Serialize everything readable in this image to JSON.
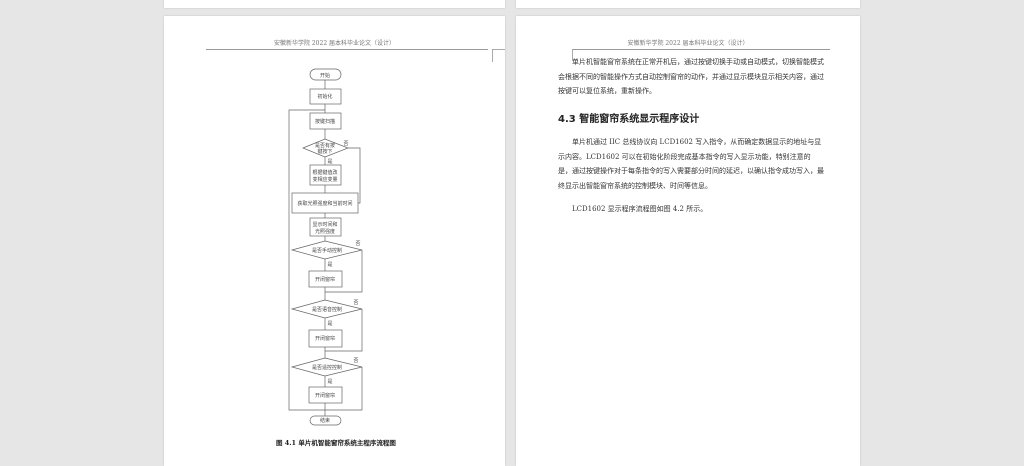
{
  "header": "安徽新华学院 2022 届本科毕业论文（设计）",
  "left_page": {
    "flowchart": {
      "start": "开始",
      "init": "初始化",
      "scan": "按键扫描",
      "key_pressed": [
        "是否有按",
        "键按下"
      ],
      "change_var": [
        "根据键值改",
        "变相应变量"
      ],
      "get_data": "获取光照强度和当前时间",
      "display": [
        "显示时间和",
        "光照强度"
      ],
      "manual": "是否手动控制",
      "voice": "是否语音控制",
      "remote": "是否遥控控制",
      "curtain": "开闭窗帘",
      "end": "结束",
      "yes": "是",
      "no": "否"
    },
    "caption": "图 4.1  单片机智能窗帘系统主程序流程图"
  },
  "right_page": {
    "para1": "单片机智能窗帘系统在正常开机后，通过按键切换手动或自动模式，切换智能模式会根据不同的智能操作方式自动控制窗帘的动作，并通过显示模块显示相关内容，通过按键可以复位系统，重新操作。",
    "section_title": "4.3  智能窗帘系统显示程序设计",
    "para2": "单片机通过 IIC 总线协议向 LCD1602 写入指令，从而确定数据显示的地址与显示内容。LCD1602 可以在初始化阶段完成基本指令的写入显示功能，特别注意的是，通过按键操作对于每条指令的写入需要部分时间的延迟，以确认指令成功写入，最终显示出智能窗帘系统的控制模块、时间等信息。",
    "para3": "LCD1602 显示程序流程图如图 4.2 所示。"
  }
}
